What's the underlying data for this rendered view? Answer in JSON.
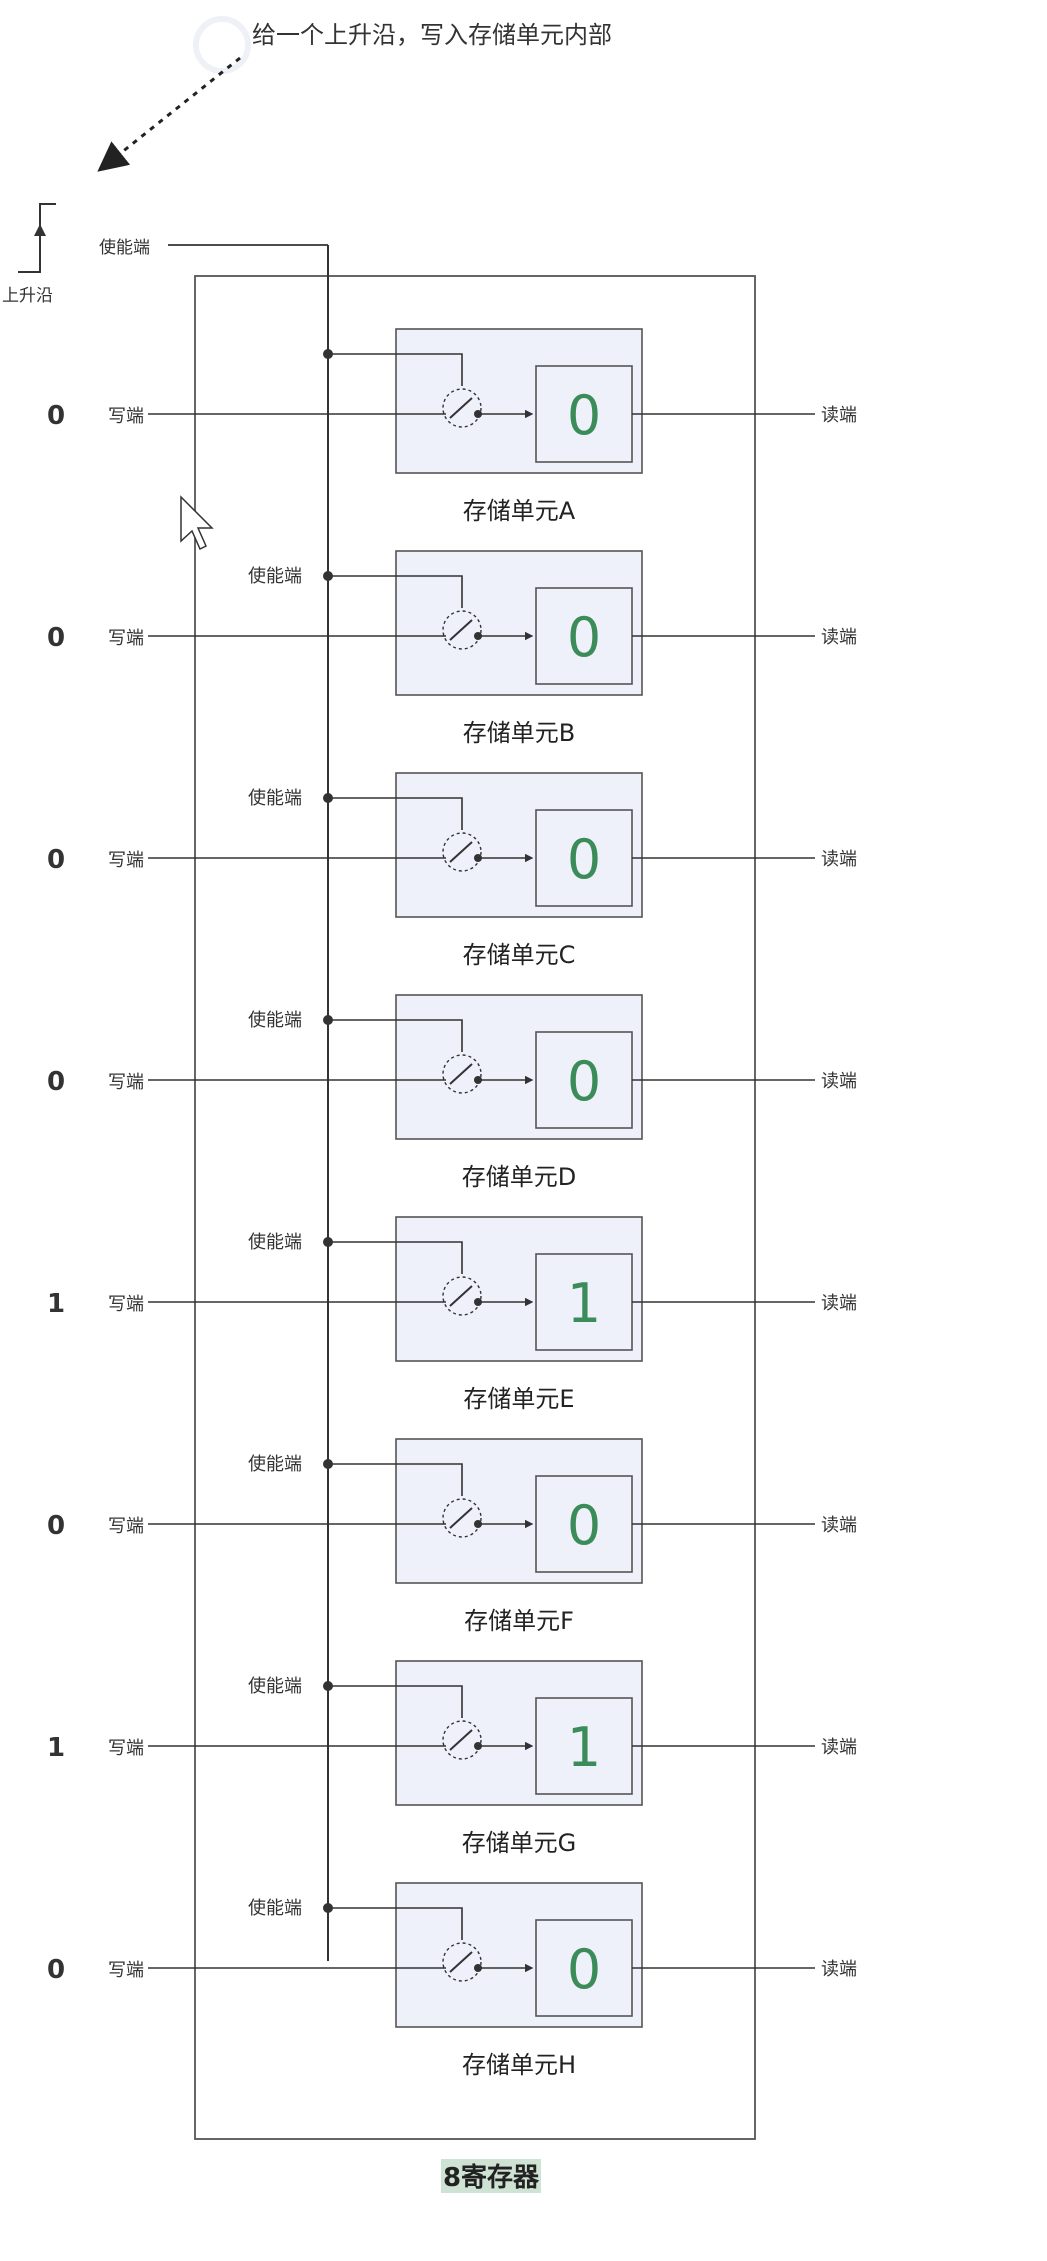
{
  "annotation": "给一个上升沿，写入存储单元内部",
  "clock_label": "上升沿",
  "enable_label": "使能端",
  "write_label": "写端",
  "read_label": "读端",
  "register_title": "8寄存器",
  "cells": [
    {
      "name": "存储单元A",
      "input_bit": "0",
      "stored_value": "0"
    },
    {
      "name": "存储单元B",
      "input_bit": "0",
      "stored_value": "0"
    },
    {
      "name": "存储单元C",
      "input_bit": "0",
      "stored_value": "0"
    },
    {
      "name": "存储单元D",
      "input_bit": "0",
      "stored_value": "0"
    },
    {
      "name": "存储单元E",
      "input_bit": "1",
      "stored_value": "1"
    },
    {
      "name": "存储单元F",
      "input_bit": "0",
      "stored_value": "0"
    },
    {
      "name": "存储单元G",
      "input_bit": "1",
      "stored_value": "1"
    },
    {
      "name": "存储单元H",
      "input_bit": "0",
      "stored_value": "0"
    }
  ],
  "colors": {
    "wire": "#333333",
    "cell_fill": "#eef1fa",
    "cell_border": "#555555",
    "value_text": "#3c8c5a",
    "title_highlight": "#cfe3d4"
  }
}
